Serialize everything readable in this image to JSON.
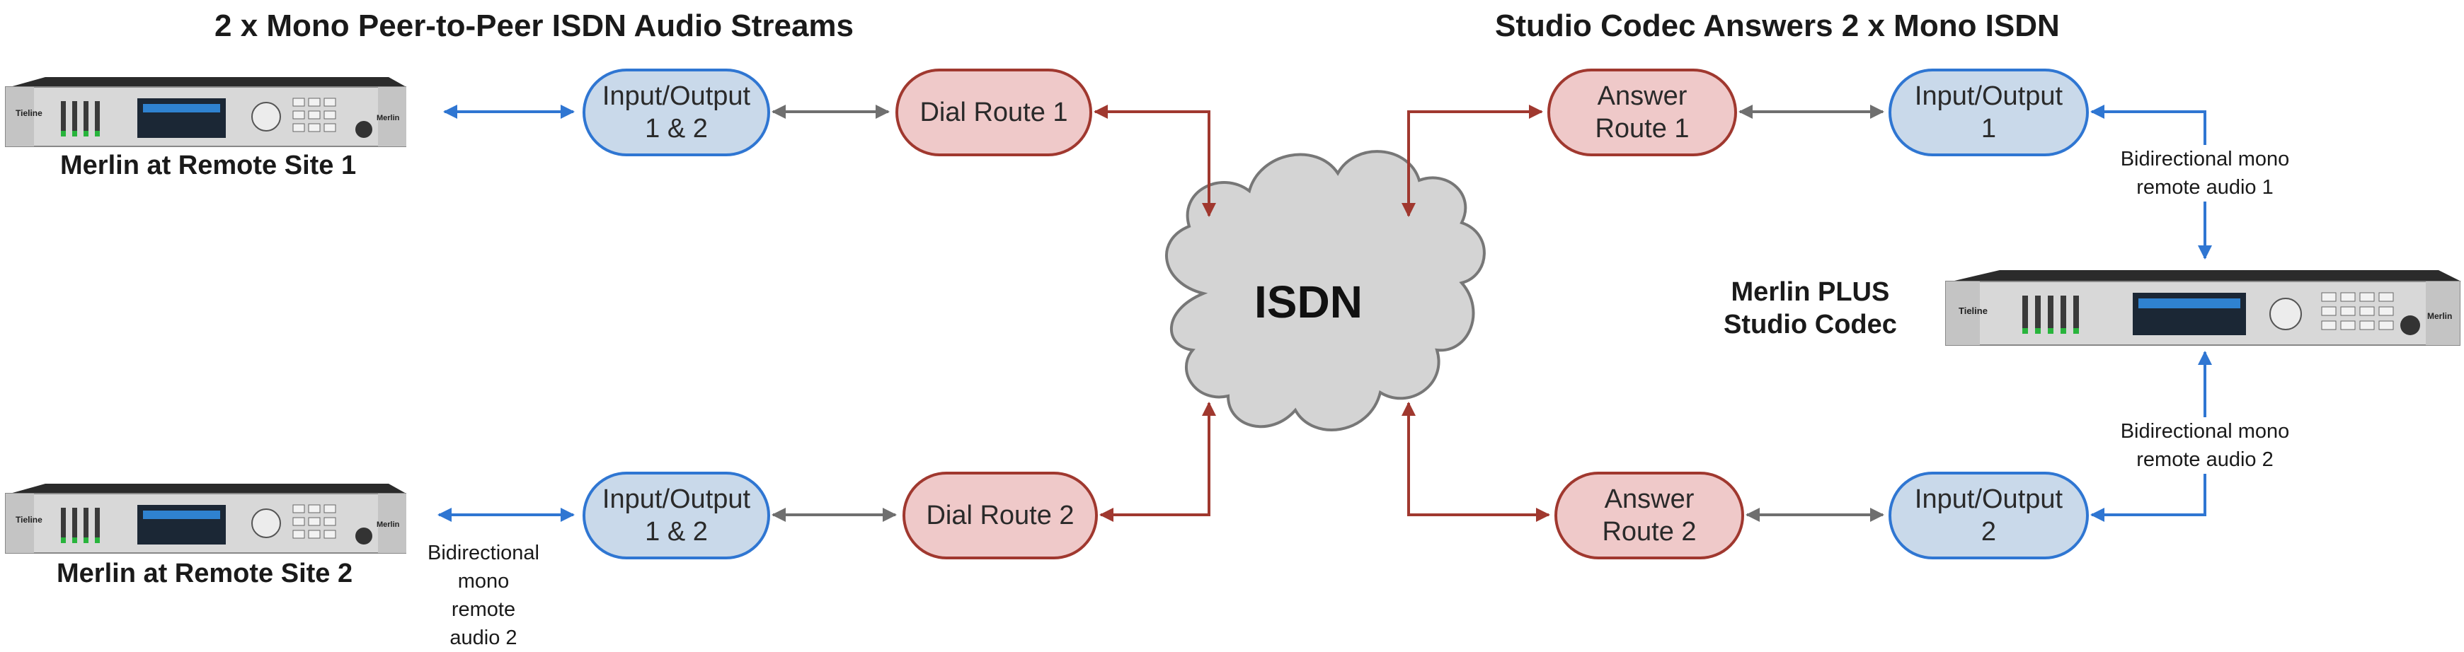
{
  "headings": {
    "left": "2 x Mono Peer-to-Peer ISDN Audio Streams",
    "right": "Studio Codec Answers 2 x Mono ISDN"
  },
  "network": {
    "label": "ISDN"
  },
  "devices": {
    "remote1": {
      "label": "Merlin at Remote Site 1",
      "brand": "Tieline",
      "model": "Merlin"
    },
    "remote2": {
      "label": "Merlin at Remote Site 2",
      "brand": "Tieline",
      "model": "Merlin"
    },
    "studio": {
      "label_line1": "Merlin PLUS",
      "label_line2": "Studio Codec",
      "brand": "Tieline",
      "model": "Merlin"
    }
  },
  "nodes": {
    "io_left_1": {
      "line1": "Input/Output",
      "line2": "1 & 2"
    },
    "io_left_2": {
      "line1": "Input/Output",
      "line2": "1 & 2"
    },
    "dial_1": {
      "label": "Dial Route 1"
    },
    "dial_2": {
      "label": "Dial Route 2"
    },
    "answer_1": {
      "line1": "Answer",
      "line2": "Route 1"
    },
    "answer_2": {
      "line1": "Answer",
      "line2": "Route 2"
    },
    "io_right_1": {
      "line1": "Input/Output",
      "line2": "1"
    },
    "io_right_2": {
      "line1": "Input/Output",
      "line2": "2"
    }
  },
  "notes": {
    "remote2_audio": [
      "Bidirectional",
      "mono",
      "remote",
      "audio 2"
    ],
    "studio_audio_1": [
      "Bidirectional mono",
      "remote audio 1"
    ],
    "studio_audio_2": [
      "Bidirectional mono",
      "remote audio 2"
    ]
  },
  "colors": {
    "io_fill": "#c9d9ea",
    "io_border": "#2f76d2",
    "route_fill": "#efc9c9",
    "route_border": "#a0382f",
    "blue_arrow": "#2f76d2",
    "grey_arrow": "#6f6f6f",
    "red_arrow": "#a0382f",
    "cloud_fill": "#d4d4d4",
    "cloud_border": "#777777"
  }
}
